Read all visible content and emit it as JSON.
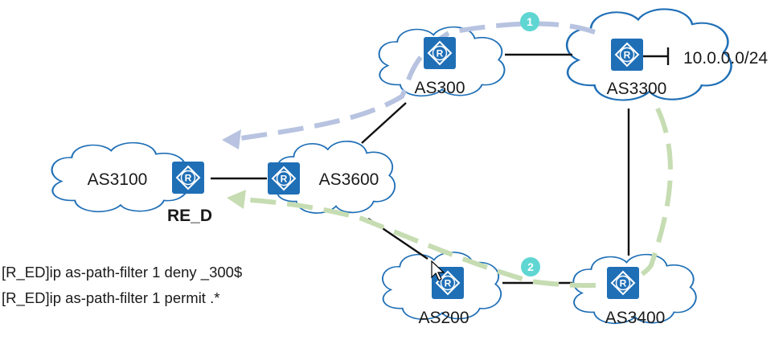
{
  "diagram": {
    "nodes": {
      "as300": {
        "label": "AS300"
      },
      "as3300": {
        "label": "AS3300"
      },
      "as3100": {
        "label": "AS3100"
      },
      "as3600": {
        "label": "AS3600"
      },
      "as200": {
        "label": "AS200"
      },
      "as3400": {
        "label": "AS3400"
      }
    },
    "router_name": "RE_D",
    "router_glyph": "R",
    "router_icon": "router-icon",
    "network_prefix": "10.0.0.0/24",
    "paths": [
      {
        "badge": "1",
        "color": "#b7c3e0"
      },
      {
        "badge": "2",
        "color": "#c6dcb2"
      }
    ],
    "badge_color": "#5fd6d2",
    "cloud_stroke": "#1f6fb6",
    "router_color": "#1f6fb6",
    "config_lines": [
      "[R_ED]ip as-path-filter 1 deny _300$",
      "[R_ED]ip as-path-filter 1 permit .*"
    ]
  }
}
